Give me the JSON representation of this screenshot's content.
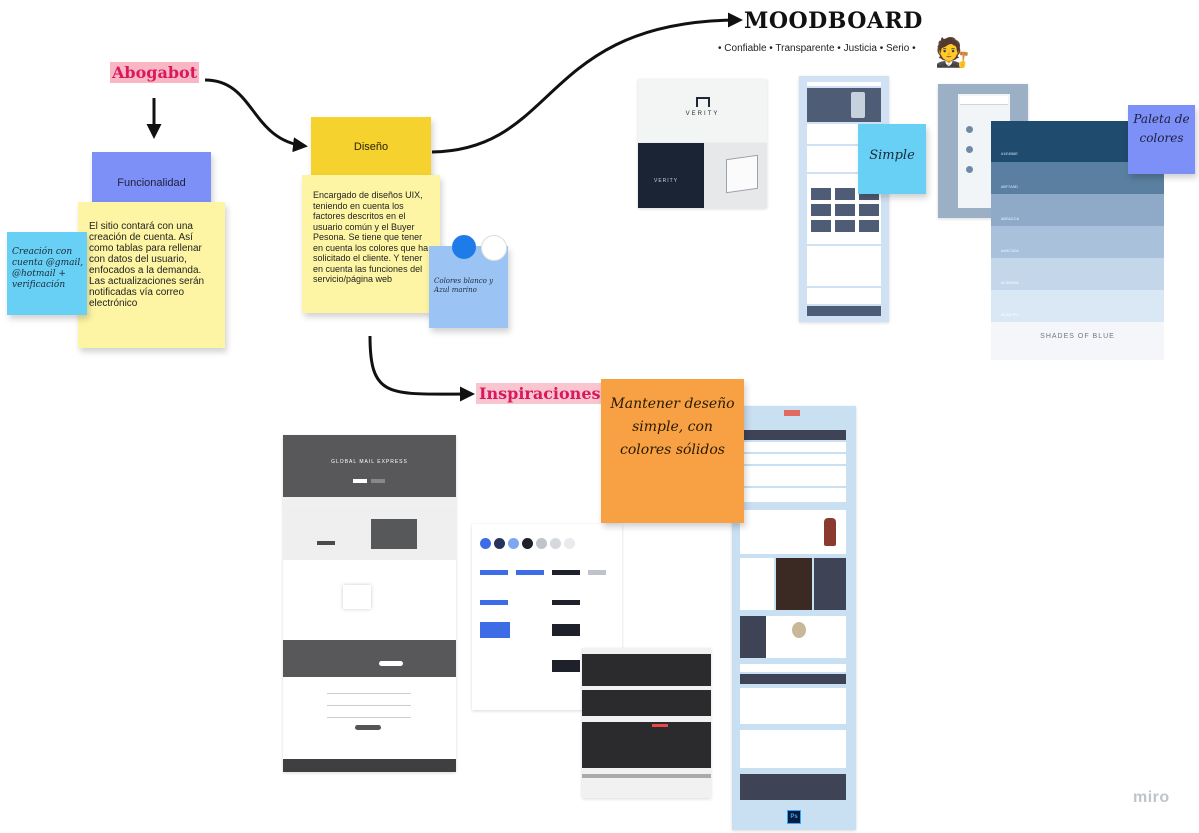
{
  "board": {
    "abogabot_label": "Abogabot",
    "moodboard_title": "MOODBOARD",
    "moodboard_subtitle": "• Confiable • Transparente • Justicia • Serio •",
    "inspiraciones_label": "Inspiraciones",
    "watermark": "miro",
    "judge_emoji": "🧑‍⚖️"
  },
  "stickies": {
    "funcionalidad_title": "Funcionalidad",
    "funcionalidad_body": "El sitio contará con una creación de cuenta. Así como tablas para rellenar con datos del usuario, enfocados a la demanda.\nLas actualizaciones serán notificadas vía correo electrónico",
    "creacion_cuenta": "Creación con cuenta @gmail, @hotmail + verificación",
    "diseno_title": "Diseño",
    "diseno_body": "Encargado de diseños UIX, teniendo en cuenta los factores descritos en el usuario común y el Buyer Pesona. Se tiene que tener en cuenta los colores que ha solicitado el cliente. Y tener en cuenta las funciones del servicio/página web",
    "colores": "Colores blanco y Azul marino",
    "simple": "Simple",
    "paleta": "Paleta de colores",
    "mantener": "Mantener deseño simple, con colores sólidos"
  },
  "palette": {
    "swatches": [
      {
        "hex": "#1E4B6E",
        "label": "#1E4B6E"
      },
      {
        "hex": "#5A7FA0",
        "label": "#5F7A9D"
      },
      {
        "hex": "#8EAAC8",
        "label": "#8EACC8"
      },
      {
        "hex": "#A9C1DA",
        "label": "#A9C1DA"
      },
      {
        "hex": "#C3D6EA",
        "label": "#C3D6EA"
      },
      {
        "hex": "#DAE7F4",
        "label": "#DAE7F4"
      },
      {
        "hex": "#F4F6F9",
        "label": ""
      }
    ],
    "footer": "SHADES OF BLUE"
  },
  "colors": {
    "sticky_yellow": "#FDF5A4",
    "sticky_gold": "#F5D22E",
    "sticky_blue": "#7C90F8",
    "sticky_cyan": "#68D0F5",
    "sticky_orange": "#F7A144",
    "sticky_paleblue": "#9BC4F5",
    "accent_pink": "#D9185E"
  },
  "mockups": {
    "global_title": "GLOBAL MAIL EXPRESS",
    "verity_brand": "VERITY"
  }
}
